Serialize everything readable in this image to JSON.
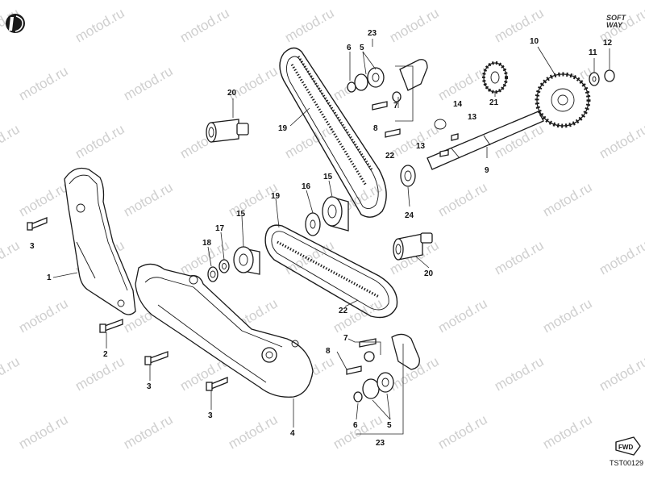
{
  "watermark": {
    "text": "motod.ru"
  },
  "branding": {
    "logo_icon": "brand-ducati-logo-icon",
    "softway_label": "SOFT WAY",
    "direction_label": "FWD"
  },
  "diagram": {
    "code": "TST00129",
    "callouts": [
      {
        "id": "c23a",
        "text": "23"
      },
      {
        "id": "c6a",
        "text": "6"
      },
      {
        "id": "c5a",
        "text": "5"
      },
      {
        "id": "c7a",
        "text": "7"
      },
      {
        "id": "c8a",
        "text": "8"
      },
      {
        "id": "c22a",
        "text": "22"
      },
      {
        "id": "c20a",
        "text": "20"
      },
      {
        "id": "c19a",
        "text": "19"
      },
      {
        "id": "c10",
        "text": "10"
      },
      {
        "id": "c11",
        "text": "11"
      },
      {
        "id": "c12",
        "text": "12"
      },
      {
        "id": "c21",
        "text": "21"
      },
      {
        "id": "c14",
        "text": "14"
      },
      {
        "id": "c13a",
        "text": "13"
      },
      {
        "id": "c13b",
        "text": "13"
      },
      {
        "id": "c9",
        "text": "9"
      },
      {
        "id": "c15a",
        "text": "15"
      },
      {
        "id": "c16",
        "text": "16"
      },
      {
        "id": "c19b",
        "text": "19"
      },
      {
        "id": "c24",
        "text": "24"
      },
      {
        "id": "c15b",
        "text": "15"
      },
      {
        "id": "c17",
        "text": "17"
      },
      {
        "id": "c18",
        "text": "18"
      },
      {
        "id": "c20b",
        "text": "20"
      },
      {
        "id": "c3a",
        "text": "3"
      },
      {
        "id": "c1",
        "text": "1"
      },
      {
        "id": "c2",
        "text": "2"
      },
      {
        "id": "c3b",
        "text": "3"
      },
      {
        "id": "c3c",
        "text": "3"
      },
      {
        "id": "c4",
        "text": "4"
      },
      {
        "id": "c22b",
        "text": "22"
      },
      {
        "id": "c7b",
        "text": "7"
      },
      {
        "id": "c8b",
        "text": "8"
      },
      {
        "id": "c6b",
        "text": "6"
      },
      {
        "id": "c5b",
        "text": "5"
      },
      {
        "id": "c23b",
        "text": "23"
      }
    ]
  }
}
